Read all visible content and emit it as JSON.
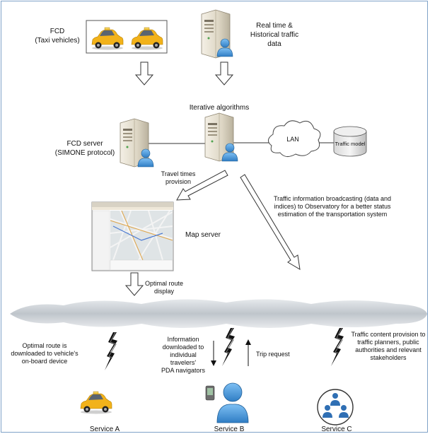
{
  "labels": {
    "fcd": "FCD\n(Taxi vehicles)",
    "realtime": "Real time &\nHistorical traffic\ndata",
    "iterative": "Iterative algorithms",
    "fcd_server": "FCD server\n(SIMONE protocol)",
    "lan": "LAN",
    "traffic_model": "Traffic model",
    "travel_times": "Travel times\nprovision",
    "broadcasting": "Traffic information broadcasting (data and\nindices) to Observatory for a better status\nestimation of the transportation system",
    "map_server": "Map server",
    "optimal_route_display": "Optimal route\ndisplay",
    "service_a_desc": "Optimal route is\ndownloaded to vehicle's\non-board device",
    "service_b_desc": "Information\ndownloaded to\nindividual travelers'\nPDA navigators",
    "trip_request": "Trip request",
    "service_c_desc": "Traffic content provision to\ntraffic planners, public\nauthorities and relevant\nstakeholders",
    "service_a": "Service A",
    "service_b": "Service B",
    "service_c": "Service C"
  },
  "icons": {
    "taxi": "taxi-icon",
    "server": "server-icon",
    "user": "user-icon",
    "cloud": "cloud-icon",
    "database": "database-icon",
    "lightning": "lightning-icon",
    "map": "map-screenshot",
    "pda": "pda-icon",
    "group": "user-group-icon"
  },
  "colors": {
    "taxi": "#f2b21a",
    "server": "#e4ded0",
    "user": "#3d8fd8",
    "frame": "#7fa2c8",
    "cloud": "#c9ced4"
  }
}
